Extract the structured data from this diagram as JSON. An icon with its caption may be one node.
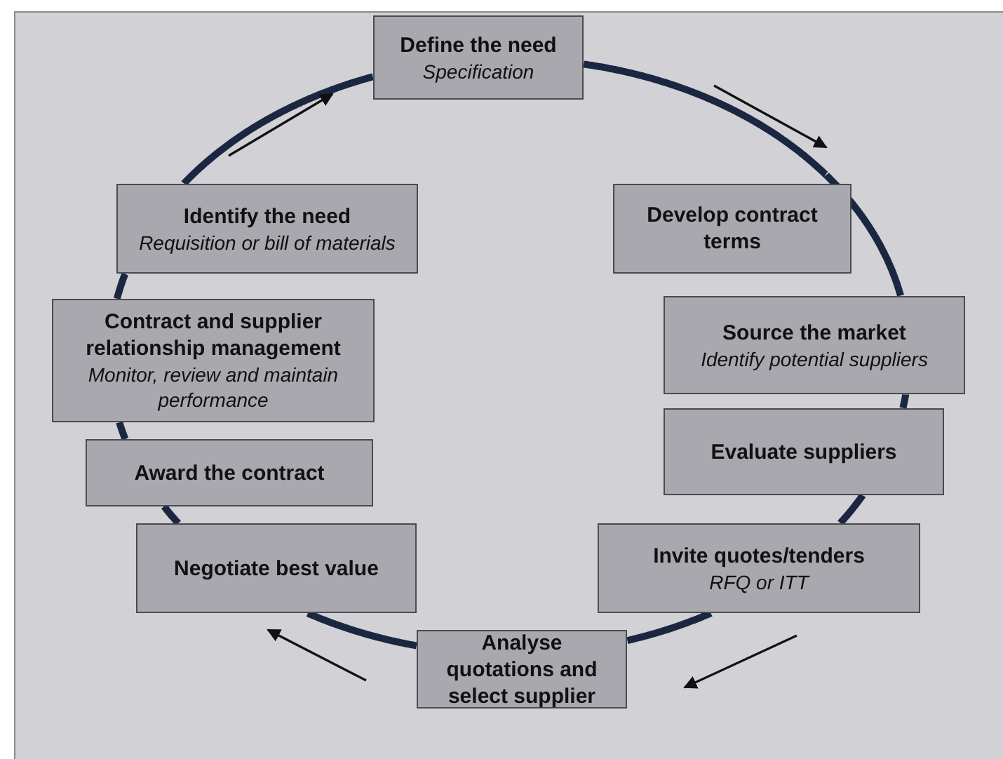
{
  "diagram": {
    "nodes": [
      {
        "text": [
          "Define the need",
          "Specification"
        ]
      },
      {
        "text": [
          "Develop contract terms"
        ]
      },
      {
        "text": [
          "Source the market",
          "Identify potential suppliers"
        ]
      },
      {
        "text": [
          "Evaluate suppliers"
        ]
      },
      {
        "text": [
          "Invite quotes/tenders",
          "RFQ or ITT"
        ]
      },
      {
        "text": [
          "Analyse quotations and select supplier"
        ]
      },
      {
        "text": [
          "Negotiate best value"
        ]
      },
      {
        "text": [
          "Award the contract"
        ]
      },
      {
        "text": [
          "Contract and supplier relationship management",
          "Monitor, review and maintain performance"
        ]
      },
      {
        "text": [
          "Identify the need",
          "Requisition or bill of materials"
        ]
      }
    ],
    "edges": [
      {
        "from": 0,
        "to": 1,
        "arrow": "none"
      },
      {
        "from": 1,
        "to": 2,
        "arrow": "none"
      },
      {
        "from": 2,
        "to": 3,
        "arrow": "none"
      },
      {
        "from": 3,
        "to": 4,
        "arrow": "none"
      },
      {
        "from": 4,
        "to": 5,
        "arrow": "none"
      },
      {
        "from": 5,
        "to": 6,
        "arrow": "none"
      },
      {
        "from": 6,
        "to": 7,
        "arrow": "none"
      },
      {
        "from": 7,
        "to": 8,
        "arrow": "none"
      },
      {
        "from": 8,
        "to": 9,
        "arrow": "none"
      },
      {
        "from": 9,
        "to": 0,
        "arrow": "none"
      }
    ]
  }
}
